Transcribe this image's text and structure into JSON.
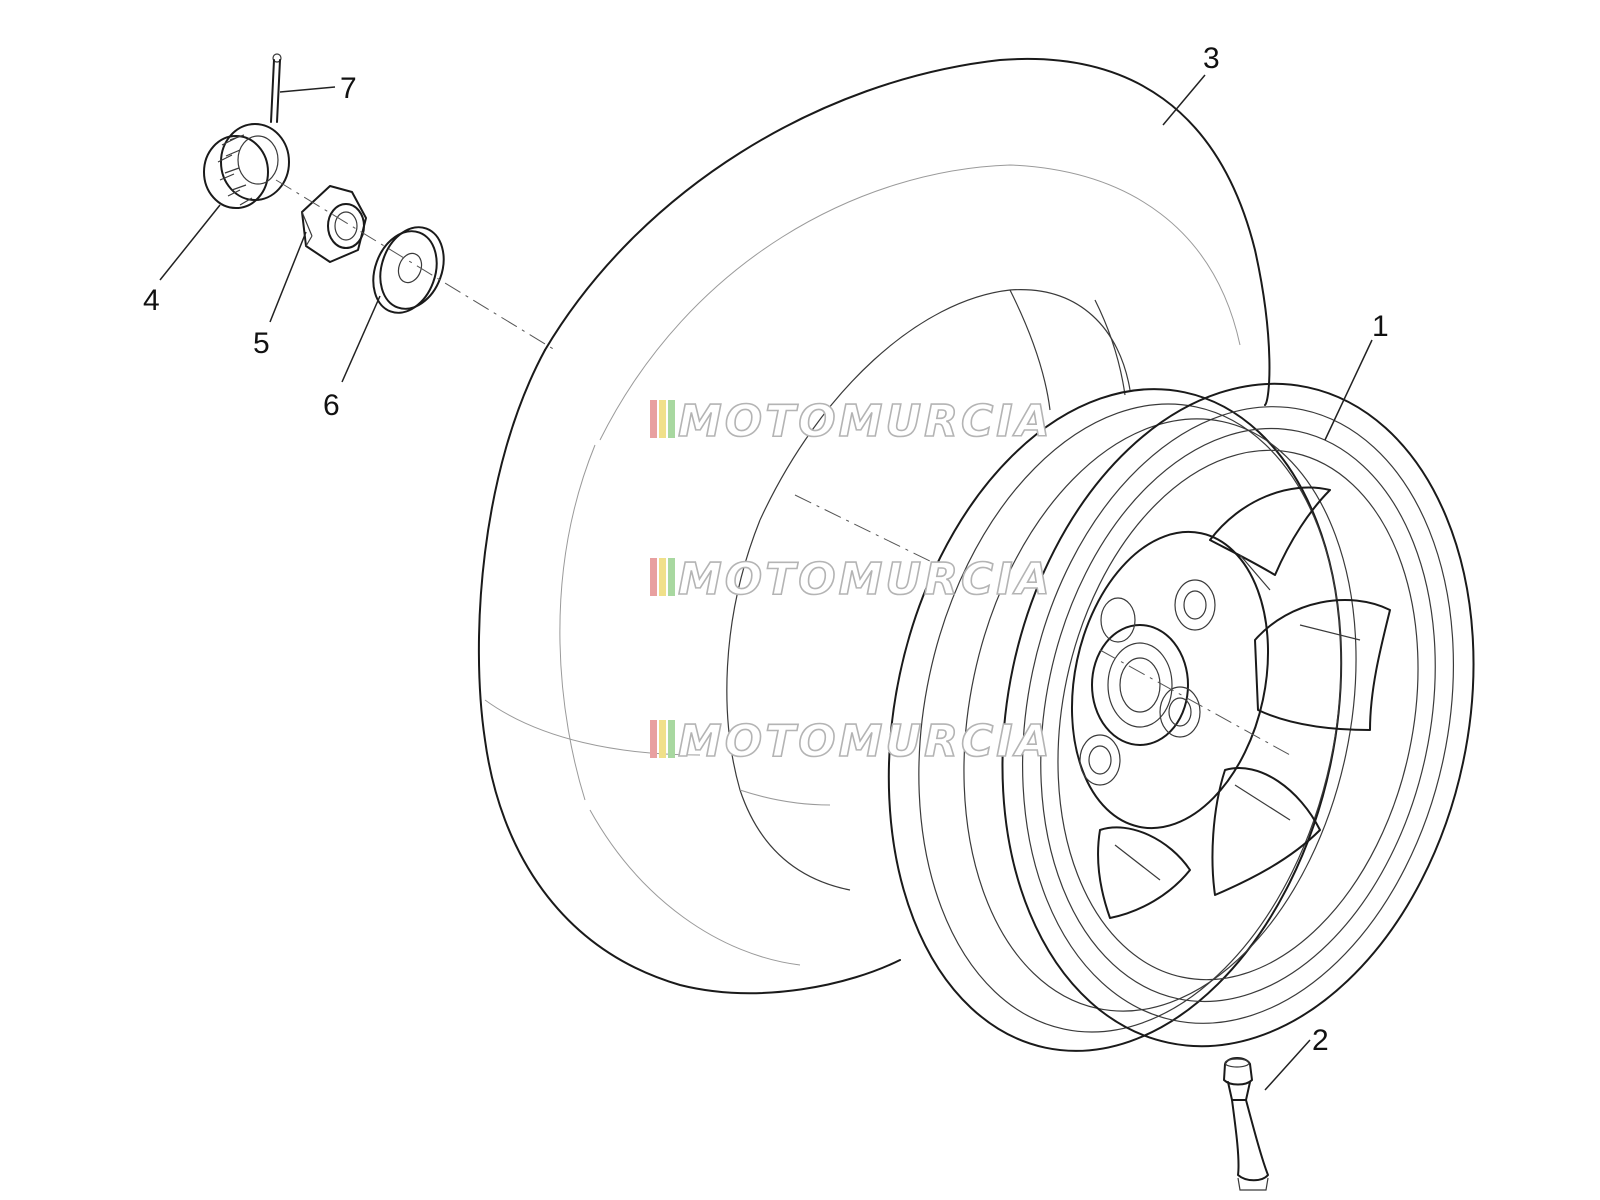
{
  "callouts": {
    "c1": "1",
    "c2": "2",
    "c3": "3",
    "c4": "4",
    "c5": "5",
    "c6": "6",
    "c7": "7"
  },
  "watermarks": [
    "MOTOMURCIA",
    "MOTOMURCIA",
    "MOTOMURCIA"
  ],
  "colors": {
    "line": "#1a1a1a",
    "watermark_stripe_red": "#e8a0a0",
    "watermark_stripe_yellow": "#f0e08a",
    "watermark_stripe_green": "#a8d8a0",
    "watermark_outline": "#b4b4b4"
  }
}
